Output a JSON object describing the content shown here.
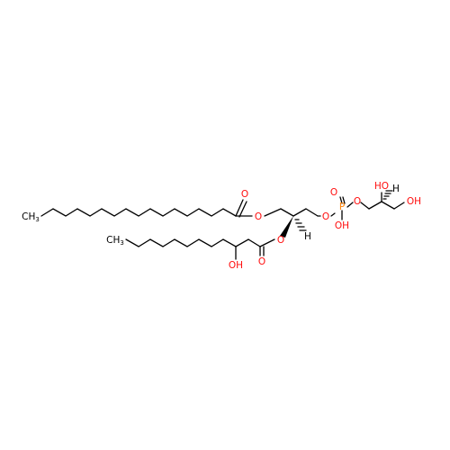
{
  "molecule": {
    "colors": {
      "carbon": "#000000",
      "oxygen": "#ff0d0d",
      "phosphorus": "#ff8000",
      "background": "#ffffff"
    },
    "labels": {
      "ch3_top": "CH",
      "ch3_top_sub": "3",
      "ch3_bottom": "CH",
      "ch3_bottom_sub": "3",
      "ester1_o_carbonyl": "O",
      "ester1_o_link": "O",
      "ester2_o_link": "O",
      "ester2_o_carbonyl": "O",
      "hydroxy_chain": "OH",
      "phosphate_o_left": "O",
      "phosphate_p": "P",
      "phosphate_o_double": "O",
      "phosphate_oh": "OH",
      "phosphate_o_right": "O",
      "stereo_h_1": "H",
      "stereo_h_2": "H",
      "glycerol_oh_1": "HO",
      "glycerol_oh_2": "OH"
    }
  }
}
